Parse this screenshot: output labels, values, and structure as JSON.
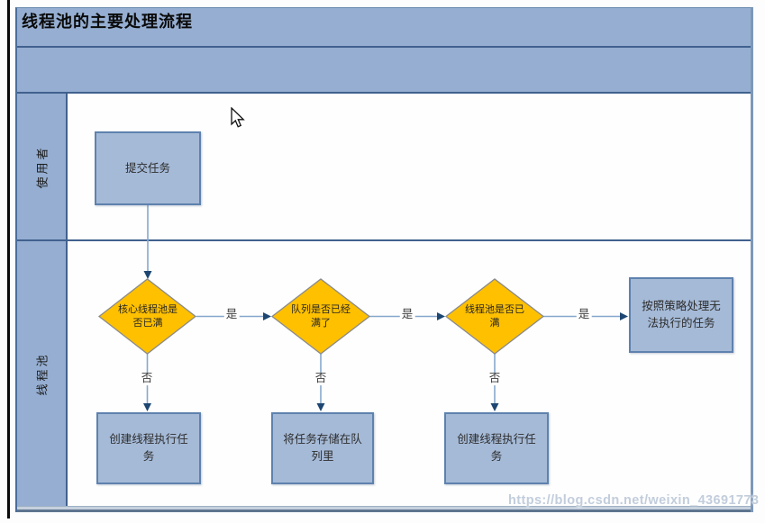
{
  "diagram": {
    "title": "线程池的主要处理流程",
    "lanes": [
      {
        "label": "使用者"
      },
      {
        "label": "线程池"
      }
    ],
    "nodes": {
      "submit": "提交任务",
      "decision_core_pool": "核心线程池是否已满",
      "decision_queue": "队列是否已经满了",
      "decision_pool": "线程池是否已满",
      "create_thread_1": "创建线程执行任务",
      "store_in_queue": "将任务存储在队列里",
      "create_thread_2": "创建线程执行任务",
      "reject_policy": "按照策略处理无法执行的任务"
    },
    "edges": {
      "yes": "是",
      "no": "否"
    },
    "icons": {
      "cursor": "arrow-pointer-icon"
    },
    "colors": {
      "band_blue": "#95aed1",
      "lane_border": "#41618e",
      "node_fill": "#a5bad7",
      "node_border": "#5e82ae",
      "decision_fill": "#ffc000",
      "decision_border": "#8a8a8a",
      "connector": "#85a8cc",
      "arrowhead": "#1d4672",
      "watermark_text": "#c2cddc"
    },
    "watermark": "https://blog.csdn.net/weixin_43691773"
  }
}
